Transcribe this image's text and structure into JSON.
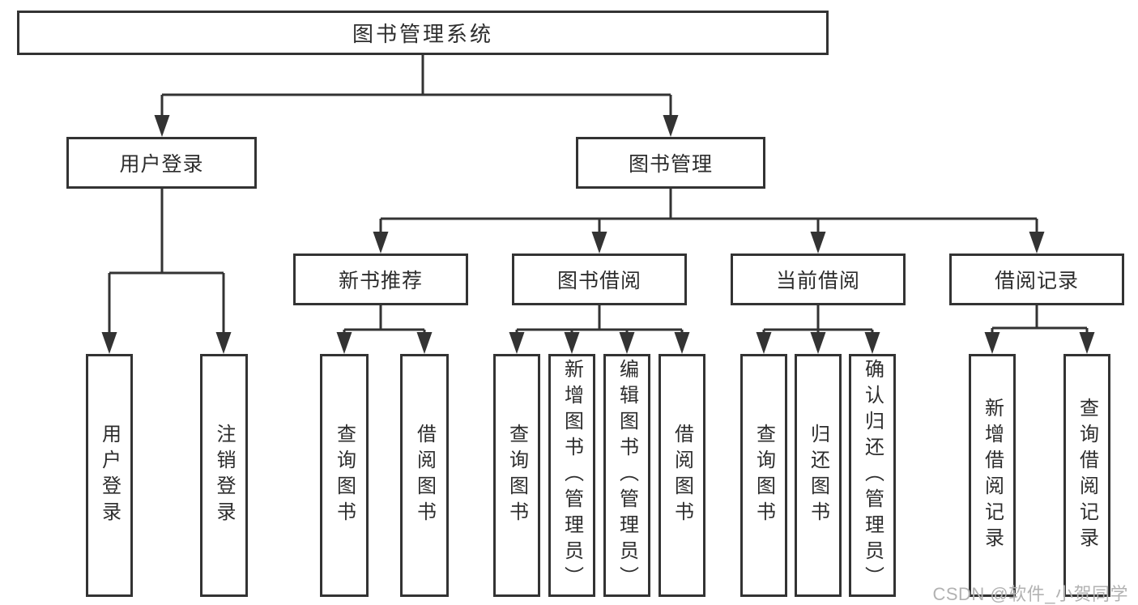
{
  "diagram": {
    "root": "图书管理系统",
    "level2": [
      {
        "label": "用户登录",
        "children": [
          "用户登录",
          "注销登录"
        ]
      },
      {
        "label": "图书管理"
      }
    ],
    "level3": [
      {
        "label": "新书推荐",
        "children": [
          "查询图书",
          "借阅图书"
        ]
      },
      {
        "label": "图书借阅",
        "children": [
          "查询图书",
          "新增图书（管理员）",
          "编辑图书（管理员）",
          "借阅图书"
        ]
      },
      {
        "label": "当前借阅",
        "children": [
          "查询图书",
          "归还图书",
          "确认归还（管理员）"
        ]
      },
      {
        "label": "借阅记录",
        "children": [
          "新增借阅记录",
          "查询借阅记录"
        ]
      }
    ]
  },
  "watermark": "CSDN @软件_小贺同学",
  "colors": {
    "line": "#333333",
    "border": "#333333",
    "fill": "#ffffff",
    "text": "#2d2d2d",
    "watermark": "#b2b2b2",
    "background": "#ffffff"
  }
}
